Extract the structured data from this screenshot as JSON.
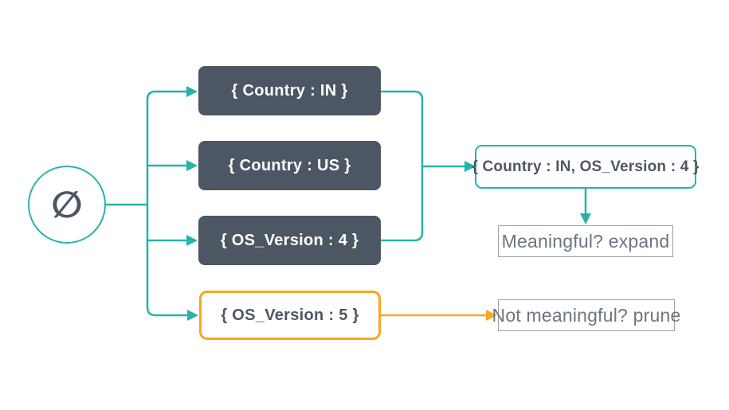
{
  "diagram": {
    "title_hint": "candidate-set expansion and pruning tree",
    "root": {
      "symbol": "∅"
    },
    "level1_nodes": [
      {
        "label": "{ Country : IN }",
        "style": "dark"
      },
      {
        "label": "{ Country : US }",
        "style": "dark"
      },
      {
        "label": "{ OS_Version : 4 }",
        "style": "dark"
      },
      {
        "label": "{ OS_Version : 5 }",
        "style": "orange-outline"
      }
    ],
    "level2_node": {
      "label": "{ Country : IN, OS_Version : 4 }"
    },
    "outcomes": [
      {
        "label": "Meaningful? expand"
      },
      {
        "label": "Not meaningful? prune"
      }
    ],
    "edges": [
      "root -> Country:IN",
      "root -> Country:US",
      "root -> OS_Version:4",
      "root -> OS_Version:5",
      "Country:IN + OS_Version:4 -> Country:IN,OS_Version:4",
      "Country:IN,OS_Version:4 -> Meaningful? expand",
      "OS_Version:5 -> Not meaningful? prune"
    ]
  },
  "colors": {
    "teal": "#26b3ac",
    "dark": "#4d5763",
    "orange": "#f6a723",
    "gray-border": "#9ba1a6",
    "gray-text": "#6b7681",
    "bg": "#ffffff"
  }
}
